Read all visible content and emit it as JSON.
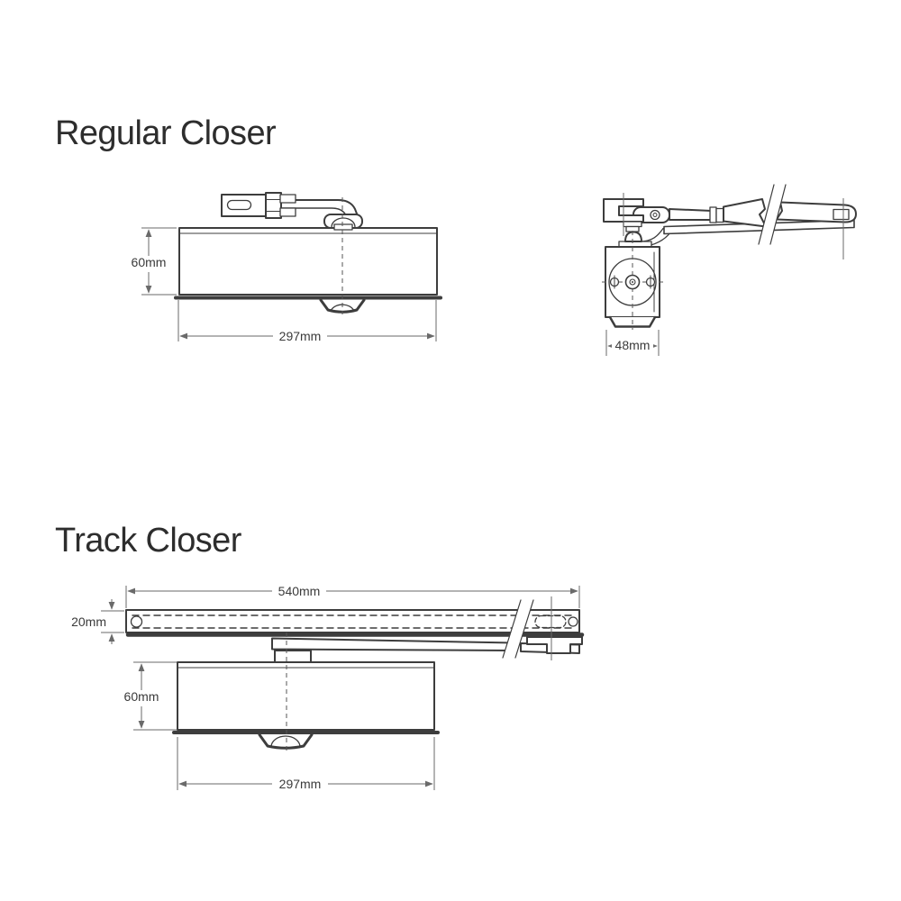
{
  "document": {
    "background": "#ffffff",
    "line_color": "#3d3d3d",
    "dim_line_color": "#6a6a6a",
    "text_color": "#3a3a3a"
  },
  "sections": [
    {
      "title": "Regular Closer",
      "front_view": {
        "height_dim": "60mm",
        "width_dim": "297mm"
      },
      "side_view": {
        "width_dim": "48mm"
      }
    },
    {
      "title": "Track Closer",
      "track_view": {
        "length_dim": "540mm",
        "height_dim": "20mm"
      },
      "body_view": {
        "height_dim": "60mm",
        "width_dim": "297mm"
      }
    }
  ]
}
